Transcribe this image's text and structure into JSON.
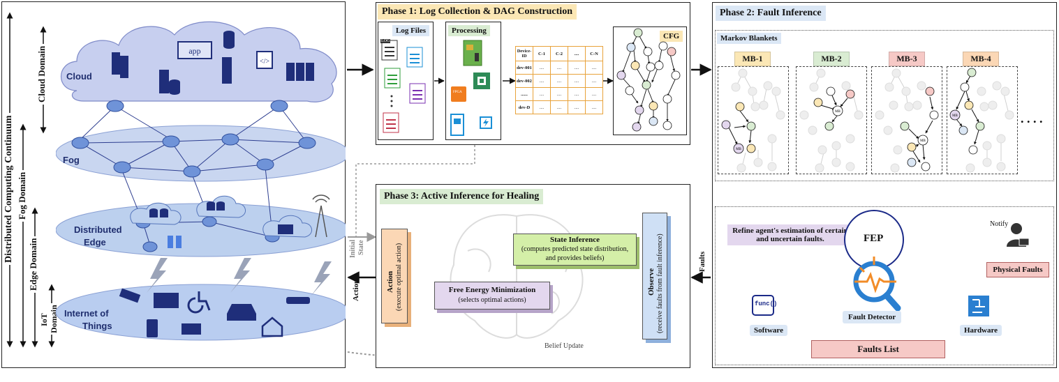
{
  "left": {
    "axis_continuum": "Distributed Computing Continuum",
    "axis_cloud": "Cloud Domain",
    "axis_fog": "Fog Domain",
    "axis_edge": "Edge Domain",
    "axis_iot_1": "IoT",
    "axis_iot_2": "Domain",
    "layer_cloud": "Cloud",
    "layer_fog": "Fog",
    "layer_edge_1": "Distributed",
    "layer_edge_2": "Edge",
    "layer_iot_1": "Internet of",
    "layer_iot_2": "Things",
    "app_label": "app",
    "code_label": "</>"
  },
  "phase1": {
    "title": "Phase 1: Log Collection & DAG Construction",
    "log_files": "Log Files",
    "processing": "Processing",
    "log_tag": "LOG",
    "chip_tag": "FPGA",
    "cfg": "CFG",
    "table": {
      "headers": [
        "Device-ID",
        "C-1",
        "C-2",
        "....",
        "C-N"
      ],
      "rows": [
        [
          "dev-001",
          "....",
          "....",
          "....",
          "...."
        ],
        [
          "dev-002",
          "....",
          "....",
          "....",
          "...."
        ],
        [
          "......",
          "....",
          "....",
          "....",
          "...."
        ],
        [
          "dev-D",
          "....",
          "....",
          "....",
          "...."
        ]
      ]
    }
  },
  "phase2": {
    "title": "Phase 2: Fault Inference",
    "markov": "Markov Blankets",
    "mbs": [
      {
        "label": "MB-1",
        "color": "#fbe7b5"
      },
      {
        "label": "MB-2",
        "color": "#d9ecd2"
      },
      {
        "label": "MB-3",
        "color": "#f6c9c6"
      },
      {
        "label": "MB-4",
        "color": "#fbd7b5"
      }
    ],
    "mb_node": "MB",
    "ellipsis": ". . . .",
    "faults_arrow": "Faults",
    "refine": "Refine agent's estimation of certain and uncertain faults.",
    "fep": "FEP",
    "notify": "Notify",
    "physical_faults": "Physical Faults",
    "fault_detector": "Fault Detector",
    "software": "Software",
    "hardware": "Hardware",
    "faults_list": "Faults List",
    "func": "func()"
  },
  "phase3": {
    "title": "Phase 3: Active Inference for Healing",
    "initial_state_1": "Initial",
    "initial_state_2": "State",
    "action_label": "Action",
    "action_box_title": "Action",
    "action_box_sub": "(execute optimal action)",
    "state_title": "State Inference",
    "state_sub1": "(computes predicted state distribution,",
    "state_sub2": "and provides beliefs)",
    "fem_title": "Free Energy Minimization",
    "fem_sub": "(selects optimal actions)",
    "observe_title": "Observe",
    "observe_sub": "(receive faults from fault inference)",
    "belief_update": "Belief Update"
  }
}
